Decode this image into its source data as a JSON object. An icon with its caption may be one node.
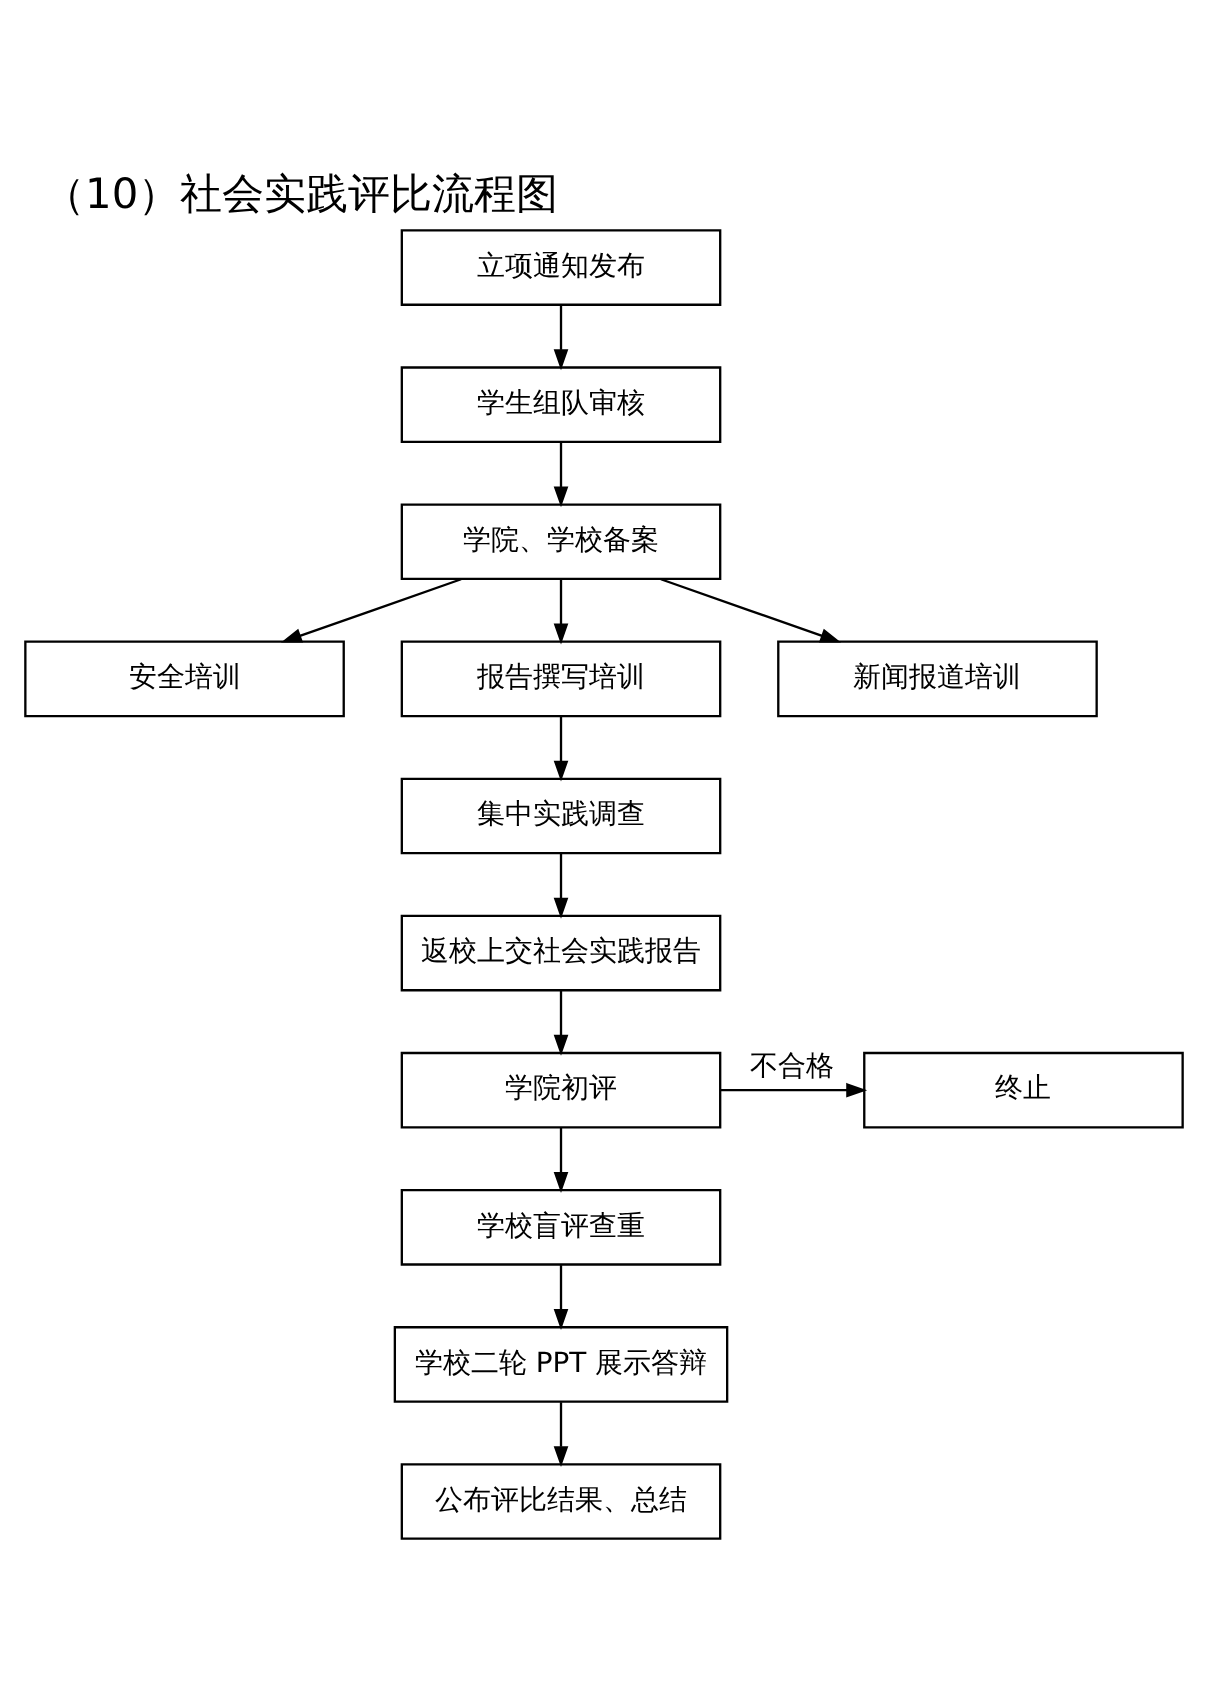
{
  "diagram": {
    "title": "（10）社会实践评比流程图",
    "nodes": [
      {
        "text": [
          "立项通知发布"
        ]
      },
      {
        "text": [
          "学生组队审核"
        ]
      },
      {
        "text": [
          "学院、学校备案"
        ]
      },
      {
        "text": [
          "安全培训"
        ]
      },
      {
        "text": [
          "报告撰写培训"
        ]
      },
      {
        "text": [
          "新闻报道培训"
        ]
      },
      {
        "text": [
          "集中实践调查"
        ]
      },
      {
        "text": [
          "返校上交社会实践报告"
        ]
      },
      {
        "text": [
          "学院初评"
        ]
      },
      {
        "text": [
          "终止"
        ]
      },
      {
        "text": [
          "学校盲评查重"
        ]
      },
      {
        "text": [
          "学校二轮 PPT 展示答辩"
        ]
      },
      {
        "text": [
          "公布评比结果、总结"
        ]
      }
    ],
    "edges": [
      {
        "from": 0,
        "to": 1,
        "arrow": "to"
      },
      {
        "from": 1,
        "to": 2,
        "arrow": "to"
      },
      {
        "from": 2,
        "to": 3,
        "arrow": "to"
      },
      {
        "from": 2,
        "to": 4,
        "arrow": "to"
      },
      {
        "from": 2,
        "to": 5,
        "arrow": "to"
      },
      {
        "from": 4,
        "to": 6,
        "arrow": "to"
      },
      {
        "from": 6,
        "to": 7,
        "arrow": "to"
      },
      {
        "from": 7,
        "to": 8,
        "arrow": "to"
      },
      {
        "from": 8,
        "to": 9,
        "arrow": "to",
        "label": "不合格"
      },
      {
        "from": 8,
        "to": 10,
        "arrow": "to"
      },
      {
        "from": 10,
        "to": 11,
        "arrow": "to"
      },
      {
        "from": 11,
        "to": 12,
        "arrow": "to"
      }
    ]
  }
}
